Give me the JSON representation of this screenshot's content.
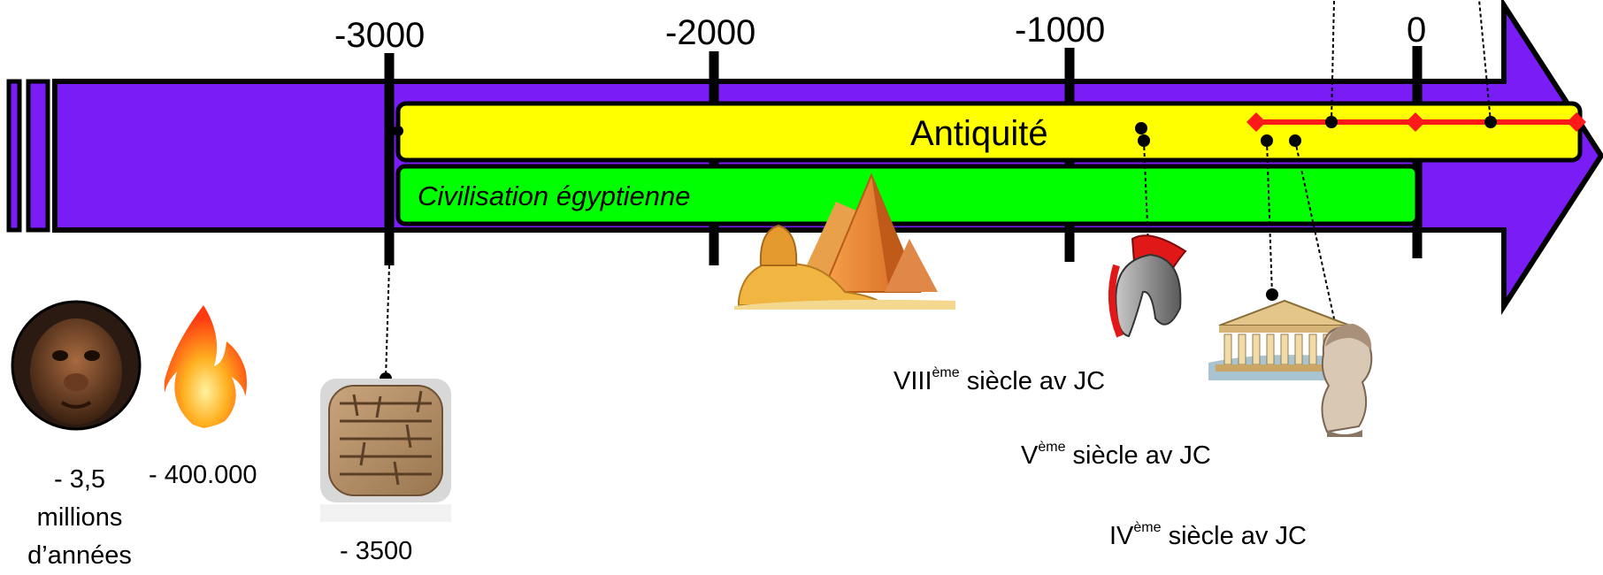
{
  "ticks": [
    "-3000",
    "-2000",
    "-1000",
    "0"
  ],
  "era": "Antiquité",
  "civilisation": "Civilisation égyptienne",
  "prehistory": [
    {
      "icon": "early-human-icon",
      "label": "- 3,5 millions d’années",
      "lines": [
        "- 3,5",
        "millions",
        "d’années"
      ]
    },
    {
      "icon": "fire-icon",
      "label": "- 400.000"
    },
    {
      "icon": "clay-tablet-icon",
      "label": "-  3500"
    }
  ],
  "events": [
    {
      "icon": "greek-helmet-icon",
      "numeral": "VIII",
      "sup": "ème",
      "text": " siècle av JC"
    },
    {
      "icon": "parthenon-icon",
      "numeral": "V",
      "sup": "ème",
      "text": " siècle av JC"
    },
    {
      "icon": "alexander-bust-icon",
      "numeral": "IV",
      "sup": "ème",
      "text": " siècle av JC"
    }
  ],
  "other_icons": [
    "sphinx-pyramids-icon"
  ],
  "colors": {
    "timeline": "#7a1cf5",
    "antiquity_band": "#ffff00",
    "egypt_band": "#00ff00",
    "rome_line": "#ff1a1a",
    "outline": "#000000"
  }
}
